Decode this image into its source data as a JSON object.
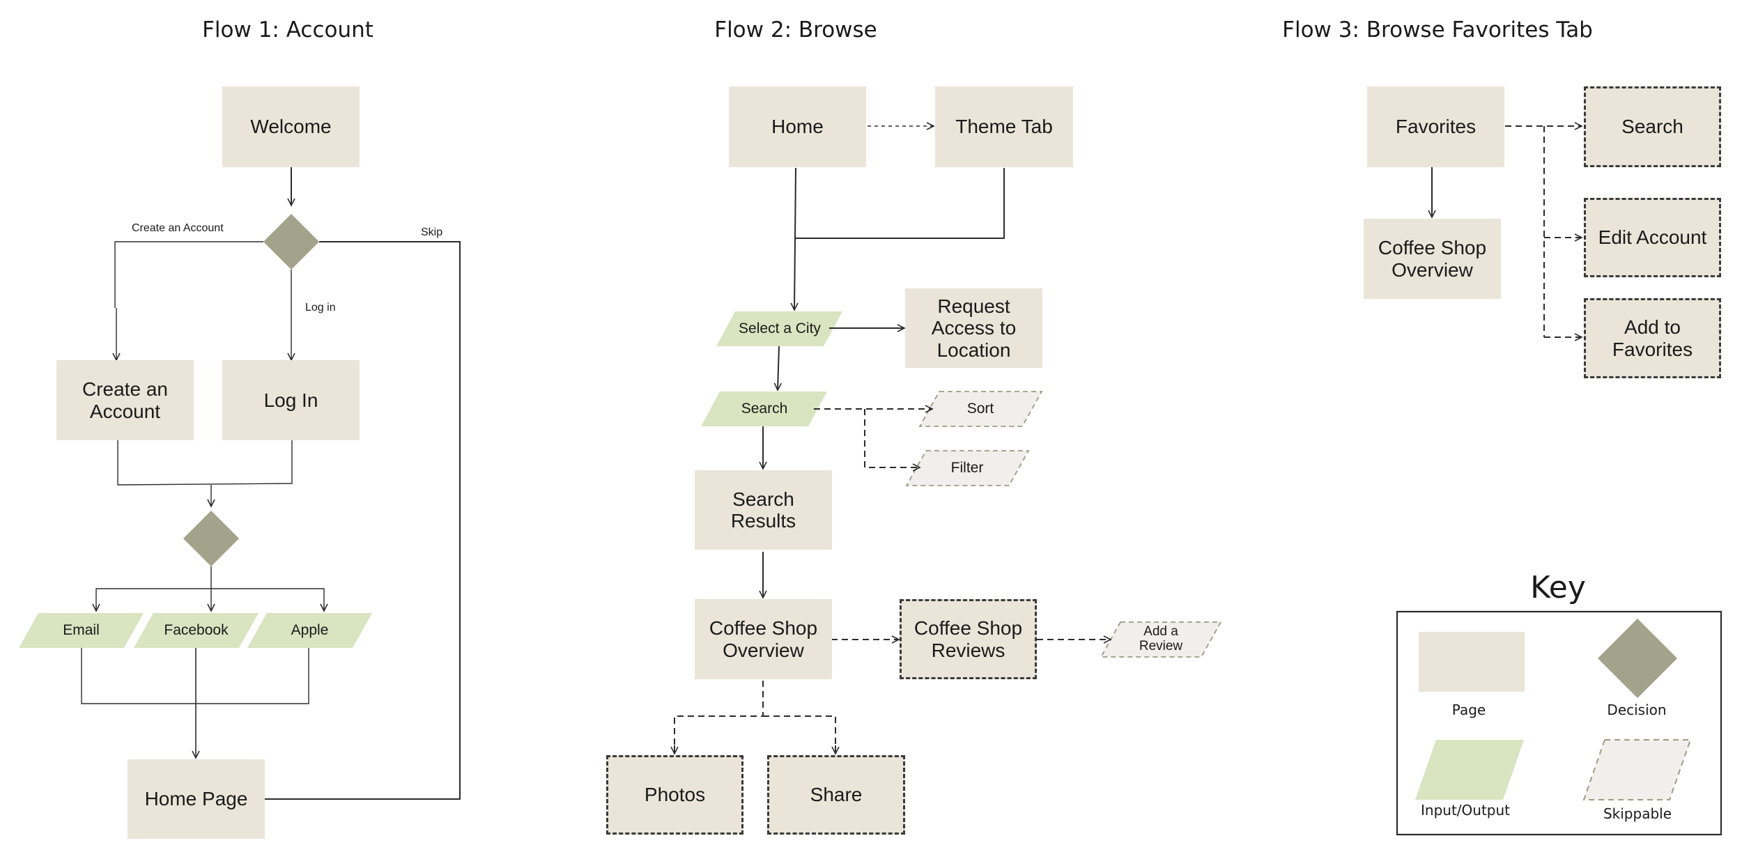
{
  "flows": [
    {
      "title": "Flow 1: Account"
    },
    {
      "title": "Flow 2: Browse"
    },
    {
      "title": "Flow 3: Browse Favorites Tab"
    }
  ],
  "flow1": {
    "welcome": "Welcome",
    "create_account": "Create an Account",
    "log_in": "Log In",
    "email": "Email",
    "facebook": "Facebook",
    "apple": "Apple",
    "home_page": "Home Page",
    "edge_create_account": "Create an Account",
    "edge_log_in": "Log in",
    "edge_skip": "Skip"
  },
  "flow2": {
    "home": "Home",
    "theme_tab": "Theme Tab",
    "select_city": "Select a City",
    "request_access": "Request Access to Location",
    "search": "Search",
    "sort": "Sort",
    "filter": "Filter",
    "search_results": "Search Results",
    "coffee_shop_overview": "Coffee Shop Overview",
    "coffee_shop_reviews": "Coffee Shop Reviews",
    "add_review": "Add a Review",
    "photos": "Photos",
    "share": "Share"
  },
  "flow3": {
    "favorites": "Favorites",
    "coffee_shop_overview": "Coffee Shop Overview",
    "search": "Search",
    "edit_account": "Edit Account",
    "add_to_favorites": "Add to Favorites"
  },
  "key": {
    "title": "Key",
    "page": "Page",
    "decision": "Decision",
    "input_output": "Input/Output",
    "skippable": "Skippable"
  },
  "colors": {
    "page_fill": "#ebe5d9",
    "decision_fill": "#a3a28a",
    "io_fill": "#d9e4c0",
    "skippable_fill": "#f0efeb",
    "line": "#2b2b2b"
  }
}
